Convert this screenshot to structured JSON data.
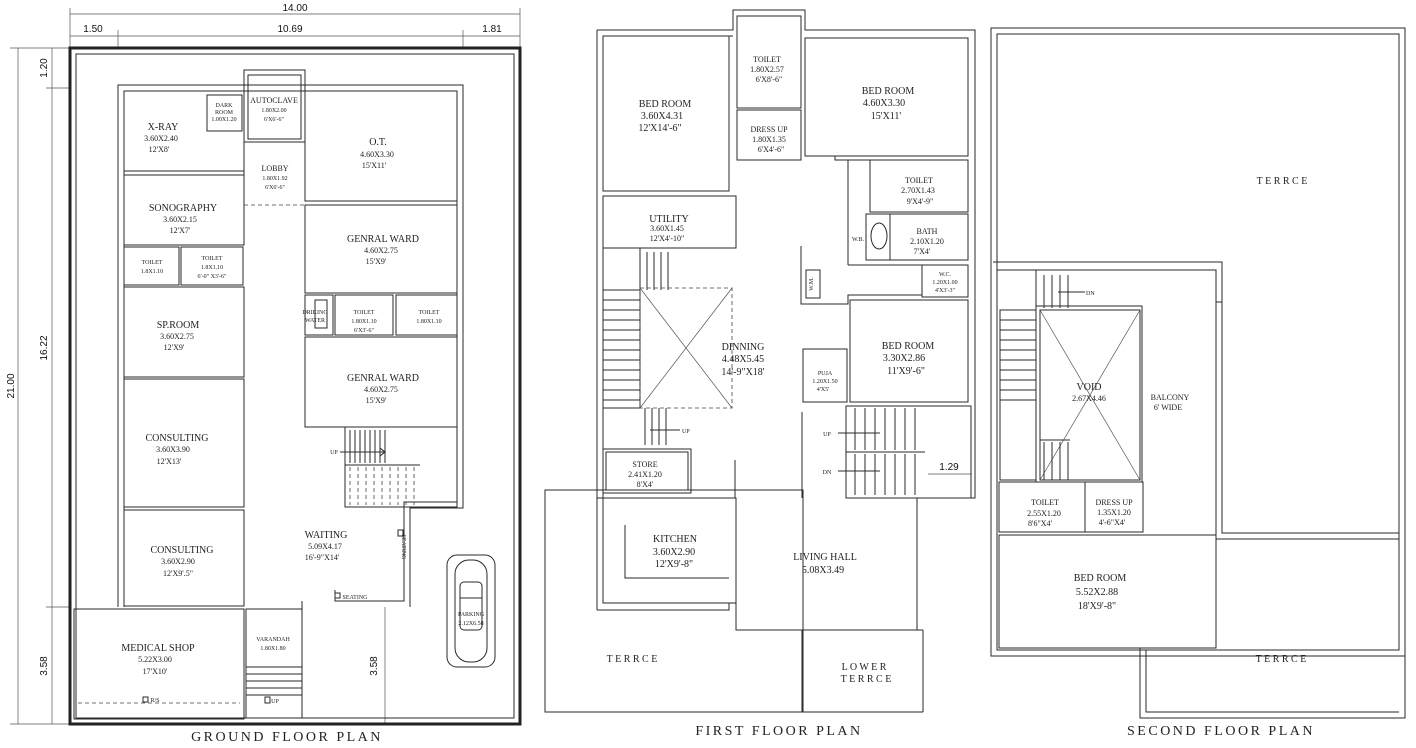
{
  "titles": {
    "ground": "GROUND FLOOR PLAN",
    "first": "FIRST FLOOR PLAN",
    "second": "SECOND FLOOR PLAN"
  },
  "dims": {
    "top_total": "14.00",
    "top_left": "1.50",
    "top_mid": "10.69",
    "top_right": "1.81",
    "left_total": "21.00",
    "left_top": "1.20",
    "left_mid": "16.22",
    "left_bot": "3.58",
    "inner_bot": "3.58",
    "first_stair": "1.29"
  },
  "ground": {
    "xray": {
      "name": "X-RAY",
      "m": "3.60X2.40",
      "f": "12'X8'"
    },
    "dark": {
      "name": "DARK",
      "name2": "ROOM",
      "m": "1.00X1.20"
    },
    "autoclave": {
      "name": "AUTOCLAVE",
      "m": "1.80X2.00",
      "f": "6'X6'-6\""
    },
    "ot": {
      "name": "O.T.",
      "m": "4.60X3.30",
      "f": "15'X11'"
    },
    "lobby": {
      "name": "LOBBY",
      "m": "1.80X1.92",
      "f": "6'X6'-6\""
    },
    "sono": {
      "name": "SONOGRAPHY",
      "m": "3.60X2.15",
      "f": "12'X7'"
    },
    "toilet_a": {
      "name": "TOILET",
      "m": "1.8X1.10"
    },
    "toilet_b": {
      "name": "TOILET",
      "m": "1.8X1.10",
      "f": "6'-0\" X3'-6\""
    },
    "ward1": {
      "name": "GENRAL WARD",
      "m": "4.60X2.75",
      "f": "15'X9'"
    },
    "drinking": {
      "name": "DRIKING",
      "name2": "WATER"
    },
    "toilet_c": {
      "name": "TOILET",
      "m": "1.80X1.10",
      "f": "6'X3'-6\""
    },
    "toilet_d": {
      "name": "TOILET",
      "m": "1.80X1.10"
    },
    "sproom": {
      "name": "SP.ROOM",
      "m": "3.60X2.75",
      "f": "12'X9'"
    },
    "ward2": {
      "name": "GENRAL WARD",
      "m": "4.60X2.75",
      "f": "15'X9'"
    },
    "consult1": {
      "name": "CONSULTING",
      "m": "3.60X3.90",
      "f": "12'X13'"
    },
    "up": "UP",
    "consult2": {
      "name": "CONSULTING",
      "m": "3.60X2.90",
      "f": "12'X9'.5\""
    },
    "waiting": {
      "name": "WAITING",
      "m": "5.09X4.17",
      "f": "16'-9\"X14'"
    },
    "seating_v": "SEATING",
    "seating_h": "SEATING",
    "parking": {
      "name": "PARKING",
      "m": "2.12X6.58"
    },
    "medical": {
      "name": "MEDICAL SHOP",
      "m": "5.22X3.00",
      "f": "17'X10'"
    },
    "rs": "R/S",
    "varandah": {
      "name": "VARANDAH",
      "m": "1.80X1.80"
    },
    "up2": "UP"
  },
  "first": {
    "bed1": {
      "name": "BED ROOM",
      "m": "3.60X4.31",
      "f": "12'X14'-6\""
    },
    "toilet1": {
      "name": "TOILET",
      "m": "1.80X2.57",
      "f": "6'X8'-6\""
    },
    "dress": {
      "name": "DRESS UP",
      "m": "1.80X1.35",
      "f": "6'X4'-6\""
    },
    "bed2": {
      "name": "BED ROOM",
      "m": "4.60X3.30",
      "f": "15'X11'"
    },
    "toilet2": {
      "name": "TOILET",
      "m": "2.70X1.43",
      "f": "9'X4'-9\""
    },
    "utility": {
      "name": "UTILITY",
      "m": "3.60X1.45",
      "f": "12'X4'-10\""
    },
    "wb": "W.B.",
    "bath": {
      "name": "BATH",
      "m": "2.10X1.20",
      "f": "7'X4'"
    },
    "wm": "W.M.",
    "wc": {
      "name": "W.C.",
      "m": "1.20X1.00",
      "f": "4'X3'-3\""
    },
    "dinning": {
      "name": "DINNING",
      "m": "4.48X5.45",
      "f": "14'-9\"X18'"
    },
    "bed3": {
      "name": "BED ROOM",
      "m": "3.30X2.86",
      "f": "11'X9'-6\""
    },
    "puja": {
      "name": "PUJA",
      "m": "1.20X1.50",
      "f": "4'X5'"
    },
    "up_a": "UP",
    "up_b": "UP",
    "dn": "DN",
    "store": {
      "name": "STORE",
      "m": "2.41X1.20",
      "f": "8'X4'"
    },
    "kitchen": {
      "name": "KITCHEN",
      "m": "3.60X2.90",
      "f": "12'X9'-8\""
    },
    "living": {
      "name": "LIVING HALL",
      "m": "5.08X3.49"
    },
    "terrace": "T E R R C E",
    "lower1": "L O W E R",
    "lower2": "T E R R C E"
  },
  "second": {
    "terrace_top": "T E R R C E",
    "dn": "DN",
    "void": {
      "name": "VOID",
      "m": "2.67X4.46"
    },
    "balcony": {
      "name": "BALCONY",
      "f": "6' WIDE"
    },
    "toilet": {
      "name": "TOILET",
      "m": "2.55X1.20",
      "f": "8'6\"X4'"
    },
    "dress": {
      "name": "DRESS UP",
      "m": "1.35X1.20",
      "f": "4'-6\"X4'"
    },
    "bed": {
      "name": "BED ROOM",
      "m": "5.52X2.88",
      "f": "18'X9'-8\""
    },
    "terrace_bot": "T E R R C E"
  }
}
